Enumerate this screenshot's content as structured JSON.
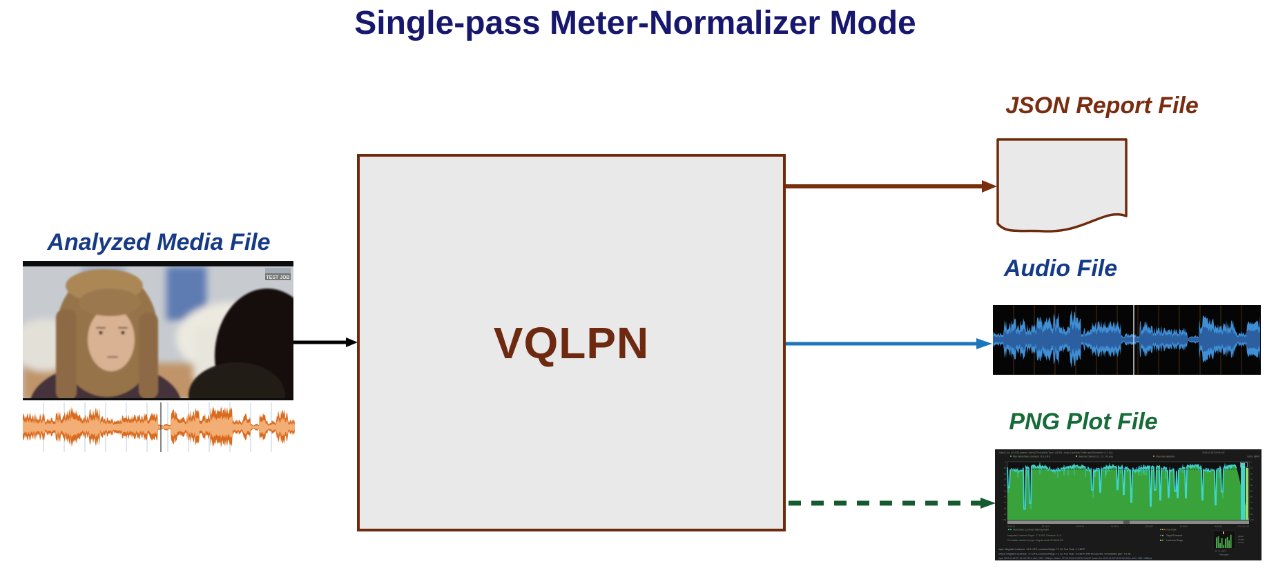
{
  "title": "Single-pass Meter-Normalizer Mode",
  "input": {
    "label": "Analyzed Media File",
    "watermark": "TEST JOB"
  },
  "processor": {
    "label": "VQLPN"
  },
  "outputs": {
    "json": {
      "label": "JSON Report File"
    },
    "audio": {
      "label": "Audio File"
    },
    "plot": {
      "label": "PNG Plot File"
    }
  },
  "plot": {
    "header": "VideoQ, Inc. (c) 2015-present, VideoQ Productivity Tools, VQLPN - Audio Loudness Profiler and Normalizer v.1.2.2(L)",
    "header_right": "2023-02-08T19:09:04Z",
    "subheader_left": "Max Momentary Loudness: -5.8 LUFS",
    "subheader_mid": "Selected channel 1/1: 2.0, L R, avg",
    "subheader_flag": "Over auto detected",
    "units_right": "LUFS, dBFS",
    "y_ticks": [
      "0",
      "10",
      "20",
      "30",
      "40",
      "50",
      "60",
      "70",
      "80",
      "90",
      "100"
    ],
    "x_ticks": [
      "00:00:00",
      "00:01:00",
      "00:02:00",
      "00:03:00",
      "00:04:00",
      "00:05:00",
      "00:06:00",
      "00:06:55.123"
    ],
    "legend_left": "Momentary Loudness      Warning      Alarm",
    "legend_right1": "True Peak",
    "legend_right2": "Target/Tolerance",
    "legend_right3": "Loudness Range",
    "info1": "Integrated Loudness Target: -17 LUFS,  Tolerance: 1 LU",
    "info2": "Cumulative duration by type:  Regular Audio 00:06:55.123",
    "footer1": "Input:  Integrated Loudness: -12.8 LUFS, Loudness Range: 7.3 LU, True Peak: -1.7 dBTP.",
    "footer2": "Output: Integrated Loudness: -17 LUFS, Loudness Range: 7.2 LU, True Peak: -5.8 dBTP,  M4A file exported, normalization gain: -4.2 dB.",
    "footer3": "Input 2023-02-04T07:19:02Z MP4, AAC, CBR, 128kbps.   Master: FFCM 2023-02-08T19:04:42Z.   Audio Out: 2023-02-08T19:09:04Z M4A, AAC, CBR, 128kbps.",
    "histogram_label": "Histogram",
    "hist_ticks": "-20   -10   0dBFS",
    "levels1": "Upper",
    "levels2": "Output",
    "levels3": "Levels"
  },
  "colors": {
    "title_navy": "#17176d",
    "label_blue": "#163a86",
    "label_brown": "#7a2c10",
    "label_green": "#166b38",
    "box_border_brown": "#6e2a0c",
    "box_fill_gray": "#e9e9e9",
    "arrow_black": "#000000",
    "arrow_brown": "#7a2e0c",
    "arrow_blue": "#1b77bd",
    "arrow_green": "#145a2e",
    "waveform_orange_dark": "#d96b1f",
    "waveform_orange_light": "#f2ae74",
    "waveform_blue_light": "#3f8fd6",
    "waveform_blue_dark": "#2b5f9f",
    "plot_green": "#3aa23a",
    "plot_cyan": "#3fd6d2"
  }
}
